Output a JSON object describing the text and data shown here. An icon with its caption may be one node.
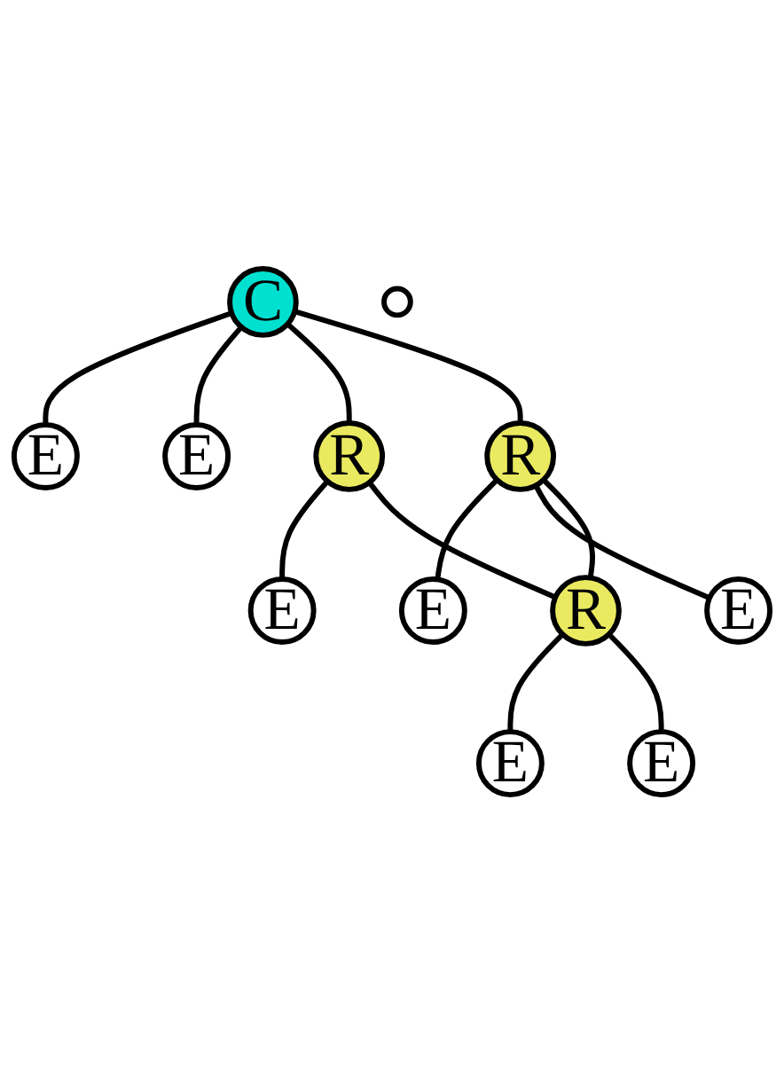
{
  "diagram": {
    "nodes": [
      {
        "text": [
          "E"
        ]
      },
      {
        "text": [
          "C"
        ]
      },
      {
        "text": [
          "E"
        ]
      },
      {
        "text": [
          "R"
        ]
      },
      {
        "text": [
          "R"
        ]
      },
      {
        "text": [
          "E"
        ]
      },
      {
        "text": [
          "E"
        ]
      },
      {
        "text": [
          "E"
        ]
      },
      {
        "text": [
          "R"
        ]
      },
      {
        "text": [
          "E"
        ]
      },
      {
        "text": [
          "E"
        ]
      },
      {
        "text": [],
        "shape": "circle"
      }
    ],
    "edges": [
      {
        "from": 1,
        "to": 0,
        "arrow": "none"
      },
      {
        "from": 1,
        "to": 2,
        "arrow": "none"
      },
      {
        "from": 1,
        "to": 3,
        "arrow": "none"
      },
      {
        "from": 1,
        "to": 4,
        "arrow": "none"
      },
      {
        "from": 3,
        "to": 6,
        "arrow": "none"
      },
      {
        "from": 3,
        "to": 8,
        "arrow": "none"
      },
      {
        "from": 4,
        "to": 5,
        "arrow": "none"
      },
      {
        "from": 4,
        "to": 7,
        "arrow": "none"
      },
      {
        "from": 4,
        "to": 8,
        "arrow": "none"
      },
      {
        "from": 8,
        "to": 9,
        "arrow": "none"
      },
      {
        "from": 8,
        "to": 10,
        "arrow": "none"
      }
    ]
  }
}
